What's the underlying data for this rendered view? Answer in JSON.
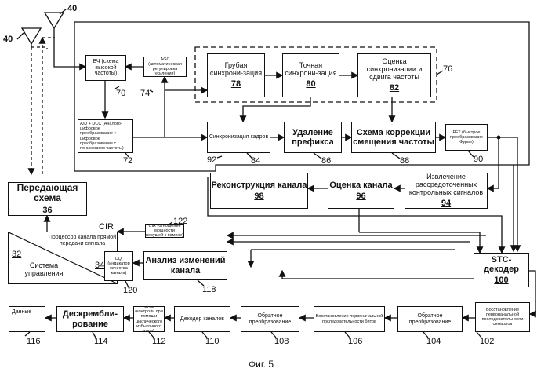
{
  "blocks": {
    "rf": {
      "text": "ВЧ (схема высокой частоты)"
    },
    "agc": {
      "text": "AGC (автоматическая регулировка усиления)"
    },
    "adc": {
      "text": "A/D + DCC (Аналого-цифровое преобразование + цифровое преобразование с понижением частоты)"
    },
    "coarse_sync": {
      "text": "Грубая синхрони-зация",
      "num": "78"
    },
    "fine_sync": {
      "text": "Точная синхрони-зация",
      "num": "80"
    },
    "sync_est": {
      "text": "Оценка синхронизации и сдвига частоты",
      "num": "82"
    },
    "frame_sync": {
      "text": "Синхронизация кадров"
    },
    "prefix_removal": {
      "text": "Удаление префикса"
    },
    "freq_corr": {
      "text": "Схема коррекции смещения частоты"
    },
    "fft": {
      "text": "FFT (быстрое преобразование Фурье)"
    },
    "pilot_extract": {
      "text": "Извлечение рассредоточенных контрольных сигналов",
      "num": "94"
    },
    "channel_est": {
      "text": "Оценка канала",
      "num": "96"
    },
    "channel_recon": {
      "text": "Реконструкция канала",
      "num": "98"
    },
    "tx_circuit": {
      "text": "Передающая схема",
      "num": "36"
    },
    "control": {
      "proc_text": "Процессор канала прямой передачи сигнала",
      "sys_text": "Система управления",
      "num_a": "32",
      "num_b": "34"
    },
    "cir": {
      "text": "CIR (отношение мощности несущей к помехе)"
    },
    "cqi": {
      "text": "CQI (индикатор качества канала)"
    },
    "channel_analysis": {
      "text": "Анализ изменений канала"
    },
    "stc": {
      "text": "STC-декодер",
      "num": "100"
    },
    "data_out": {
      "text": "Данные"
    },
    "descramble": {
      "text": "Дескрембли-рование"
    },
    "crc": {
      "text": "CRC (контроль при помощи циклического избыточного кода)"
    },
    "chan_decoder": {
      "text": "Декодер каналов"
    },
    "inv_transform_a": {
      "text": "Обратное преобразование"
    },
    "bit_restore": {
      "text": "Восстановление первоначальной последовательности битов"
    },
    "inv_transform_b": {
      "text": "Обратное преобразование"
    },
    "symbol_restore": {
      "text": "Восстановление первоначальной последовательности символов"
    }
  },
  "labels": {
    "ant_a": "40",
    "ant_b": "40",
    "n70": "70",
    "n74": "74",
    "n72": "72",
    "n76": "76",
    "n84": "84",
    "n86": "86",
    "n88": "88",
    "n90": "90",
    "n92": "92",
    "n102": "102",
    "n104": "104",
    "n106": "106",
    "n108": "108",
    "n110": "110",
    "n112": "112",
    "n114": "114",
    "n116": "116",
    "n118": "118",
    "n120": "120",
    "n122": "122",
    "cir_tag": "CIR"
  },
  "caption": "Фиг. 5"
}
